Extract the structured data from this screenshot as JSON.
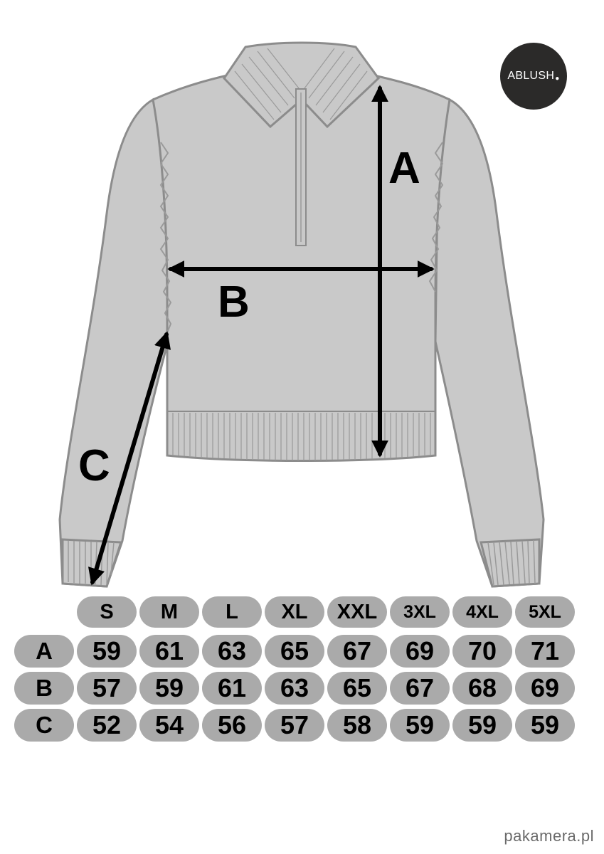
{
  "brand": {
    "logo_text": "ABLUSH"
  },
  "diagram": {
    "label_a": "A",
    "label_b": "B",
    "label_c": "C"
  },
  "size_table": {
    "sizes": [
      "S",
      "M",
      "L",
      "XL",
      "XXL",
      "3XL",
      "4XL",
      "5XL"
    ],
    "rows": [
      {
        "label": "A",
        "values": [
          "59",
          "61",
          "63",
          "65",
          "67",
          "69",
          "70",
          "71"
        ]
      },
      {
        "label": "B",
        "values": [
          "57",
          "59",
          "61",
          "63",
          "65",
          "67",
          "68",
          "69"
        ]
      },
      {
        "label": "C",
        "values": [
          "52",
          "54",
          "56",
          "57",
          "58",
          "59",
          "59",
          "59"
        ]
      }
    ]
  },
  "watermark": {
    "text": "pakamera.pl"
  }
}
